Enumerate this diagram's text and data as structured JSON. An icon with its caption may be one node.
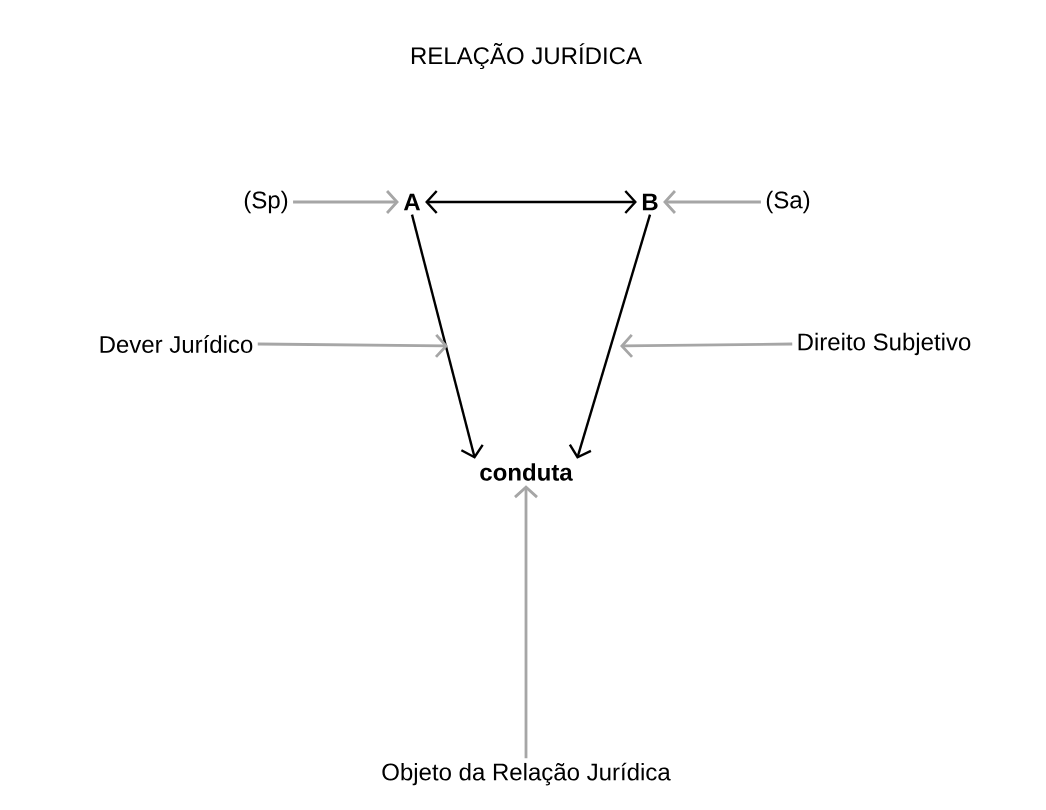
{
  "diagram": {
    "title": "RELAÇÃO JURÍDICA",
    "nodes": [
      {
        "text": [
          "A"
        ]
      },
      {
        "text": [
          "B"
        ]
      },
      {
        "text": [
          "conduta"
        ]
      },
      {
        "text": [
          "(Sp)"
        ]
      },
      {
        "text": [
          "(Sa)"
        ]
      },
      {
        "text": [
          "Dever Jurídico"
        ]
      },
      {
        "text": [
          "Direito Subjetivo"
        ]
      },
      {
        "text": [
          "Objeto da Relação Jurídica"
        ]
      }
    ],
    "edges": [
      {
        "from": 0,
        "to": 1,
        "arrow": "both",
        "color": "#000000"
      },
      {
        "from": 0,
        "to": 2,
        "arrow": "to",
        "color": "#000000"
      },
      {
        "from": 1,
        "to": 2,
        "arrow": "to",
        "color": "#000000"
      },
      {
        "from": 3,
        "to": 0,
        "arrow": "to"
      },
      {
        "from": 4,
        "to": 1,
        "arrow": "to"
      },
      {
        "from": 5,
        "to": null,
        "arrow": "to"
      },
      {
        "from": 6,
        "to": null,
        "arrow": "to"
      },
      {
        "from": 7,
        "to": 2,
        "arrow": "to"
      }
    ]
  }
}
